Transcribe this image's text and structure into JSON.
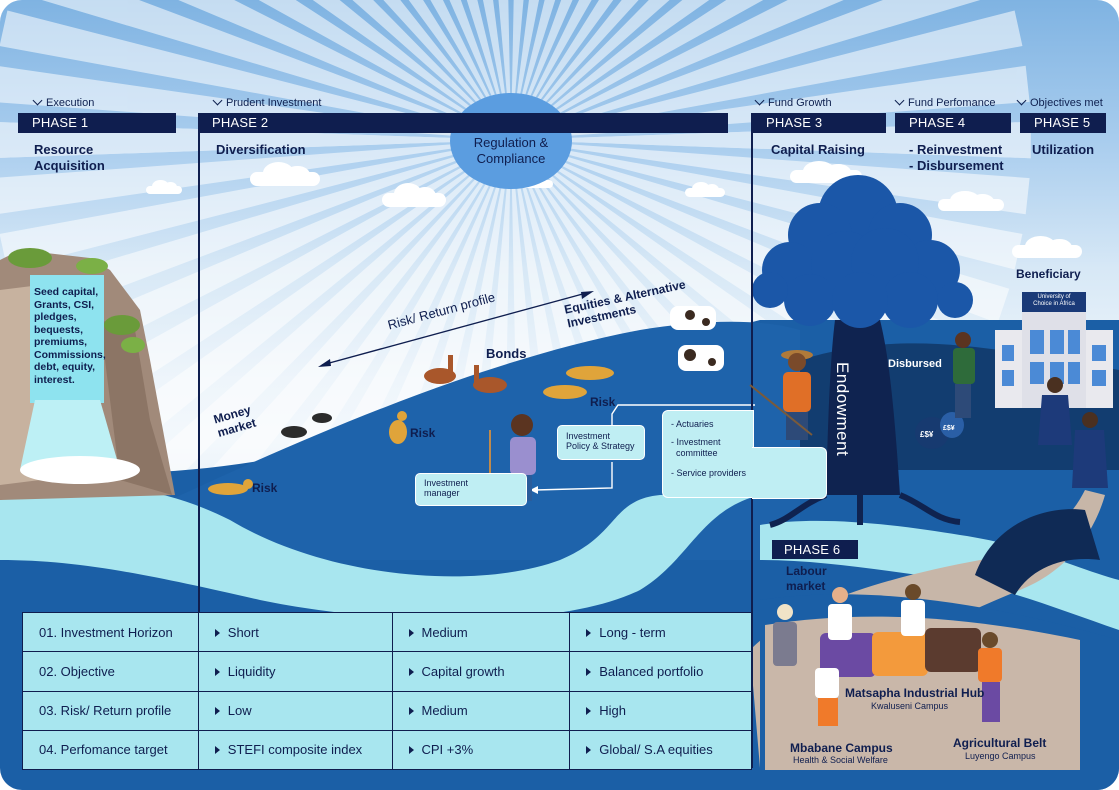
{
  "phases": [
    {
      "note": "Execution",
      "bar": "PHASE 1",
      "title": "Resource\nAcquisition"
    },
    {
      "note": "Prudent Investment",
      "bar": "PHASE 2",
      "title": "Diversification"
    },
    {
      "note": "Fund Growth",
      "bar": "PHASE 3",
      "title": "Capital Raising"
    },
    {
      "note": "Fund Perfomance",
      "bar": "PHASE 4",
      "title": "- Reinvestment\n- Disbursement"
    },
    {
      "note": "Objectives met",
      "bar": "PHASE 5",
      "title": "Utilization"
    }
  ],
  "phase6": {
    "bar": "PHASE 6",
    "title": "Labour\nmarket"
  },
  "sun_label": "Regulation &\nCompliance",
  "sources_text": "Seed capital,\nGrants, CSI,\npledges,\nbequests,\npremiums,\nCommissions,\ndebt, equity,\ninterest.",
  "labels": {
    "risk_return": "Risk/ Return profile",
    "equities": "Equities & Alternative\nInvestments",
    "bonds": "Bonds",
    "money_market": "Money\nmarket",
    "risk": "Risk",
    "endowment": "Endowment",
    "disbursed": "Disbursed",
    "beneficiary": "Beneficiary",
    "university_sign": "University of\nChoice in Africa",
    "money_bag_1": "£$¥",
    "money_bag_2": "£$¥"
  },
  "boxes": {
    "investment_policy": "Investment\nPolicy & Strategy",
    "investment_manager": "Investment\nmanager",
    "committee_items": [
      "- Actuaries",
      "- Investment\n  committee",
      "- Service providers"
    ]
  },
  "campuses": {
    "matsapha": {
      "name": "Matsapha Industrial Hub",
      "sub": "Kwaluseni Campus"
    },
    "mbabane": {
      "name": "Mbabane Campus",
      "sub": "Health & Social Welfare"
    },
    "agricultural": {
      "name": "Agricultural Belt",
      "sub": "Luyengo Campus"
    }
  },
  "matrix": [
    [
      "01. Investment Horizon",
      "Short",
      "Medium",
      "Long - term"
    ],
    [
      "02. Objective",
      "Liquidity",
      "Capital growth",
      "Balanced portfolio"
    ],
    [
      "03. Risk/ Return profile",
      "Low",
      "Medium",
      "High"
    ],
    [
      "04. Perfomance target",
      "STEFI composite index",
      "CPI +3%",
      "Global/ S.A equities"
    ]
  ],
  "colors": {
    "navy": "#0f1e4f",
    "hill": "#1b5fa6",
    "river": "#a8e6ef",
    "sun": "#5b9de0"
  }
}
